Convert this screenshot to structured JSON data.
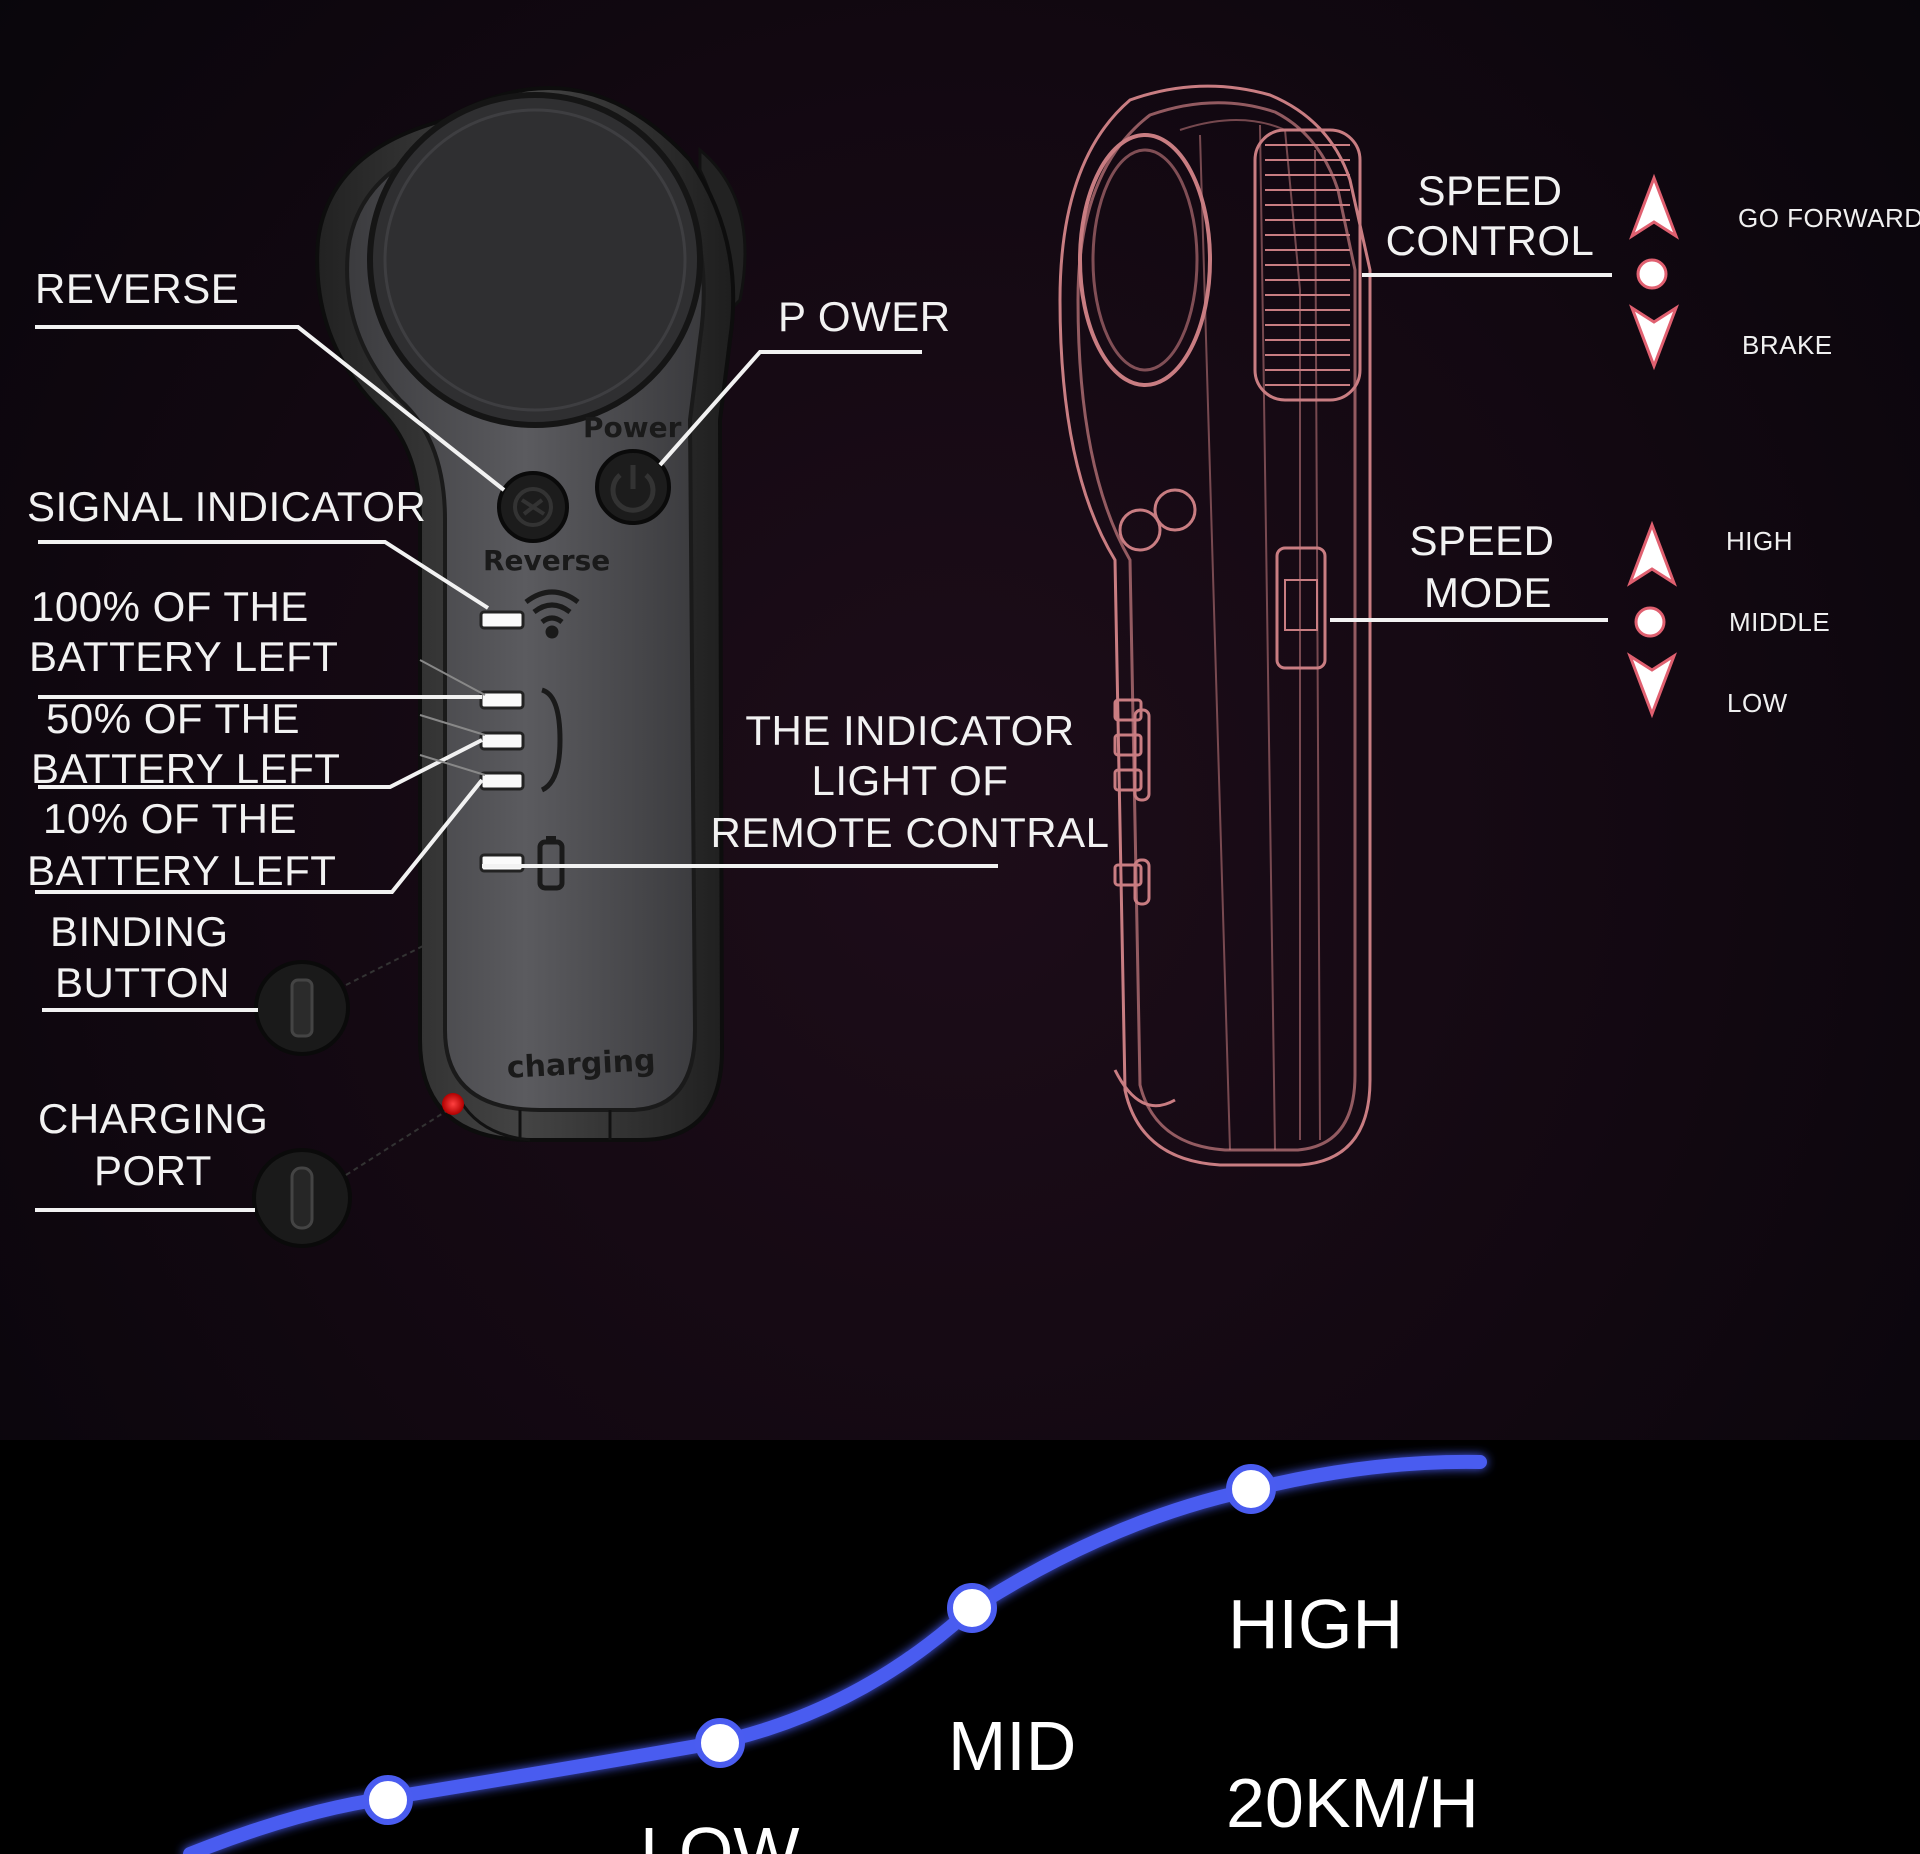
{
  "labels_left": {
    "reverse": "REVERSE",
    "signal_indicator": "SIGNAL INDICATOR",
    "battery_100_line1": "100% OF THE",
    "battery_100_line2": "BATTERY LEFT",
    "battery_50_line1": "50% OF THE",
    "battery_50_line2": "BATTERY LEFT",
    "battery_10_line1": "10% OF THE",
    "battery_10_line2": "BATTERY LEFT",
    "binding_line1": "BINDING",
    "binding_line2": "BUTTON",
    "charging_line1": "CHARGING",
    "charging_line2": "PORT"
  },
  "labels_center": {
    "power": "P OWER",
    "indicator_line1": "THE INDICATOR",
    "indicator_line2": "LIGHT OF",
    "indicator_line3": "REMOTE CONTRAL"
  },
  "device_text": {
    "power": "Power",
    "reverse": "Reverse",
    "charging": "charging"
  },
  "speed_control": {
    "title_line1": "SPEED",
    "title_line2": "CONTROL",
    "up": "GO FORWARD",
    "down": "BRAKE"
  },
  "speed_mode": {
    "title_line1": "SPEED",
    "title_line2": "MODE",
    "high": "HIGH",
    "middle": "MIDDLE",
    "low": "LOW"
  },
  "speed_curve": {
    "high_label": "HIGH",
    "mid_label": "MID",
    "low_label": "LOW",
    "high_speed": "20KM/H"
  },
  "colors": {
    "curve": "#4a5cf0",
    "node": "#ffffff",
    "wireframe": "#c97d82",
    "arrow": "#ffffff"
  },
  "icons": [
    "wifi-icon",
    "battery-icon",
    "power-icon",
    "reverse-icon",
    "arrow-up-icon",
    "dot-icon",
    "arrow-down-icon"
  ]
}
